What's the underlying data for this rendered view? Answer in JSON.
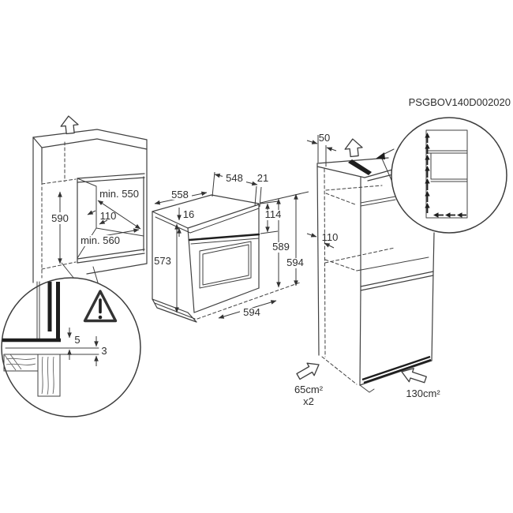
{
  "product_code": "PSGBOV140D002020",
  "left_cabinet": {
    "height": "590",
    "depth": "min. 550",
    "clearance": "110",
    "width": "min. 560"
  },
  "oven": {
    "side_depth": "558",
    "top_depth": "548",
    "overhang": "21",
    "rim": "16",
    "panel_height": "114",
    "body_height": "573",
    "height_back": "589",
    "height_front": "594",
    "width": "594"
  },
  "right_cabinet": {
    "wall_gap": "50",
    "clearance": "110"
  },
  "vents": {
    "side": "65cm²",
    "side_qty": "x2",
    "bottom": "130cm²"
  },
  "gap_detail": {
    "top_gap": "5",
    "bottom_gap": "3"
  }
}
